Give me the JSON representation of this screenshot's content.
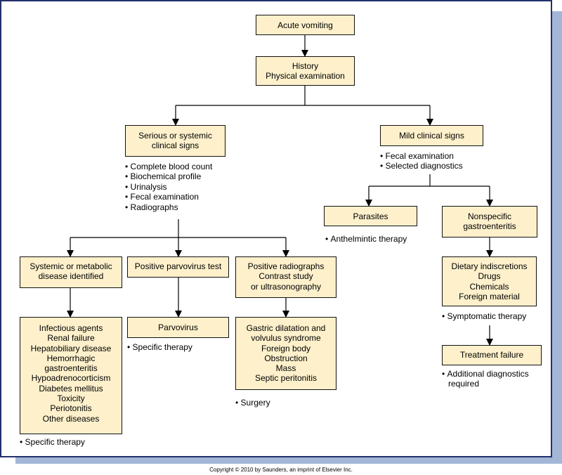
{
  "nodes": {
    "acute_vomiting": [
      "Acute vomiting"
    ],
    "history": [
      "History",
      "Physical examination"
    ],
    "serious": [
      "Serious or systemic",
      "clinical signs"
    ],
    "mild": [
      "Mild clinical signs"
    ],
    "parasites": [
      "Parasites"
    ],
    "nonspecific": [
      "Nonspecific",
      "gastroenteritis"
    ],
    "systemic": [
      "Systemic or metabolic",
      "disease identified"
    ],
    "parvo_test": [
      "Positive parvovirus test"
    ],
    "radiographs": [
      "Positive radiographs",
      "Contrast study",
      "or ultrasonography"
    ],
    "dietary": [
      "Dietary indiscretions",
      "Drugs",
      "Chemicals",
      "Foreign material"
    ],
    "infectious": [
      "Infectious agents",
      "Renal failure",
      "Hepatobiliary disease",
      "Hemorrhagic",
      "gastroenteritis",
      "Hypoadrenocorticism",
      "Diabetes mellitus",
      "Toxicity",
      "Periotonitis",
      "Other diseases"
    ],
    "parvovirus": [
      "Parvovirus"
    ],
    "gastric": [
      "Gastric dilatation and",
      "volvulus syndrome",
      "Foreign body",
      "Obstruction",
      "Mass",
      "Septic peritonitis"
    ],
    "treatment_failure": [
      "Treatment failure"
    ]
  },
  "lists": {
    "serious_tests": [
      "Complete blood count",
      "Biochemical profile",
      "Urinalysis",
      "Fecal examination",
      "Radiographs"
    ],
    "mild_tests": [
      "Fecal examination",
      "Selected diagnostics"
    ],
    "parasites_tx": [
      "Anthelmintic therapy"
    ],
    "nonspecific_tx": [
      "Symptomatic therapy"
    ],
    "failure_tx": [
      "Additional diagnostics",
      "required"
    ],
    "systemic_tx": [
      "Specific therapy"
    ],
    "parvovirus_tx": [
      "Specific therapy"
    ],
    "gastric_tx": [
      "Surgery"
    ]
  },
  "copyright": "Copyright © 2010 by Saunders, an imprint of Elsevier Inc.",
  "colors": {
    "box_fill": "#fdf0cb",
    "frame_border": "#23306d",
    "shadow": "#a3b6d6"
  }
}
